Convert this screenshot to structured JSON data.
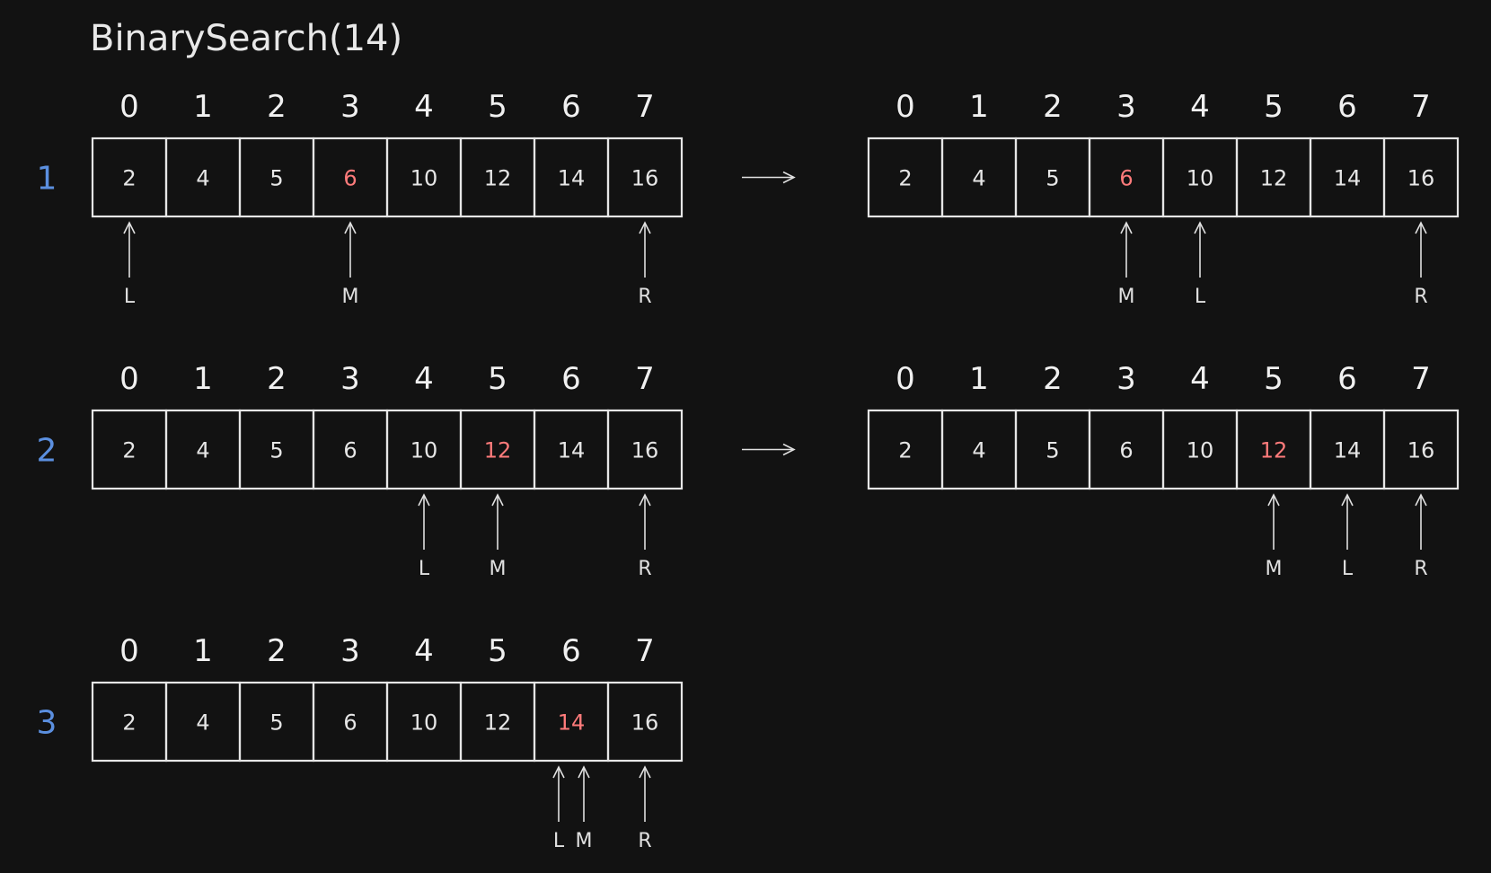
{
  "title": "BinarySearch(14)",
  "indices": [
    "0",
    "1",
    "2",
    "3",
    "4",
    "5",
    "6",
    "7"
  ],
  "values": [
    "2",
    "4",
    "5",
    "6",
    "10",
    "12",
    "14",
    "16"
  ],
  "colors": {
    "background": "#121212",
    "stroke": "#e6e6e6",
    "highlight": "#ff7b7b",
    "step_label": "#5b8fdf"
  },
  "transition_icon": "right-arrow-icon",
  "steps": [
    {
      "label": "1",
      "before": {
        "highlight_index": 3,
        "pointers": [
          {
            "label": "L",
            "index": 0
          },
          {
            "label": "M",
            "index": 3
          },
          {
            "label": "R",
            "index": 7
          }
        ]
      },
      "after": {
        "highlight_index": 3,
        "pointers": [
          {
            "label": "M",
            "index": 3
          },
          {
            "label": "L",
            "index": 4
          },
          {
            "label": "R",
            "index": 7
          }
        ]
      }
    },
    {
      "label": "2",
      "before": {
        "highlight_index": 5,
        "pointers": [
          {
            "label": "L",
            "index": 4
          },
          {
            "label": "M",
            "index": 5
          },
          {
            "label": "R",
            "index": 7
          }
        ]
      },
      "after": {
        "highlight_index": 5,
        "pointers": [
          {
            "label": "M",
            "index": 5
          },
          {
            "label": "L",
            "index": 6
          },
          {
            "label": "R",
            "index": 7
          }
        ]
      }
    },
    {
      "label": "3",
      "before": {
        "highlight_index": 6,
        "pointers": [
          {
            "label": "L",
            "index": 6
          },
          {
            "label": "M",
            "index": 6
          },
          {
            "label": "R",
            "index": 7
          }
        ]
      }
    }
  ]
}
